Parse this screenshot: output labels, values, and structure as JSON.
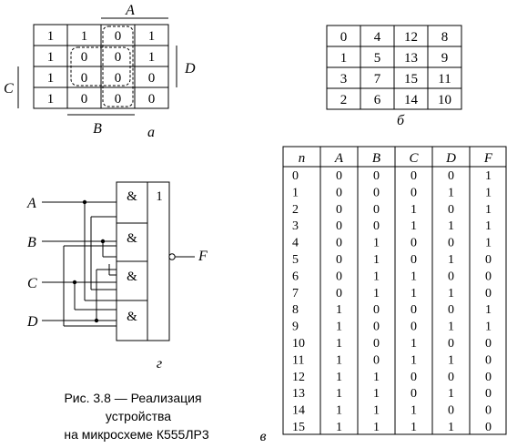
{
  "kmap_a": {
    "rows": [
      [
        "1",
        "1",
        "0",
        "1"
      ],
      [
        "1",
        "0",
        "0",
        "1"
      ],
      [
        "1",
        "0",
        "0",
        "0"
      ],
      [
        "1",
        "0",
        "0",
        "0"
      ]
    ],
    "label_A": "A",
    "label_B": "B",
    "label_C": "C",
    "label_D": "D",
    "caption": "а"
  },
  "kmap_b": {
    "rows": [
      [
        "0",
        "4",
        "12",
        "8"
      ],
      [
        "1",
        "5",
        "13",
        "9"
      ],
      [
        "3",
        "7",
        "15",
        "11"
      ],
      [
        "2",
        "6",
        "14",
        "10"
      ]
    ],
    "caption": "б"
  },
  "circuit": {
    "inputs": [
      "A",
      "B",
      "C",
      "D"
    ],
    "and_symbol": "&",
    "or_symbol": "1",
    "output": "F",
    "caption": "г"
  },
  "figure_caption": {
    "line1": "Рис. 3.8  — Реализация",
    "line2": "устройства",
    "line3": "на микросхеме К555ЛР3"
  },
  "truth_table": {
    "headers": [
      "n",
      "A",
      "B",
      "C",
      "D",
      "F"
    ],
    "rows": [
      [
        "0",
        "0",
        "0",
        "0",
        "0",
        "1"
      ],
      [
        "1",
        "0",
        "0",
        "0",
        "1",
        "1"
      ],
      [
        "2",
        "0",
        "0",
        "1",
        "0",
        "1"
      ],
      [
        "3",
        "0",
        "0",
        "1",
        "1",
        "1"
      ],
      [
        "4",
        "0",
        "1",
        "0",
        "0",
        "1"
      ],
      [
        "5",
        "0",
        "1",
        "0",
        "1",
        "0"
      ],
      [
        "6",
        "0",
        "1",
        "1",
        "0",
        "0"
      ],
      [
        "7",
        "0",
        "1",
        "1",
        "1",
        "0"
      ],
      [
        "8",
        "1",
        "0",
        "0",
        "0",
        "1"
      ],
      [
        "9",
        "1",
        "0",
        "0",
        "1",
        "1"
      ],
      [
        "10",
        "1",
        "0",
        "1",
        "0",
        "0"
      ],
      [
        "11",
        "1",
        "0",
        "1",
        "1",
        "0"
      ],
      [
        "12",
        "1",
        "1",
        "0",
        "0",
        "0"
      ],
      [
        "13",
        "1",
        "1",
        "0",
        "1",
        "0"
      ],
      [
        "14",
        "1",
        "1",
        "1",
        "0",
        "0"
      ],
      [
        "15",
        "1",
        "1",
        "1",
        "1",
        "0"
      ]
    ],
    "caption": "в"
  }
}
